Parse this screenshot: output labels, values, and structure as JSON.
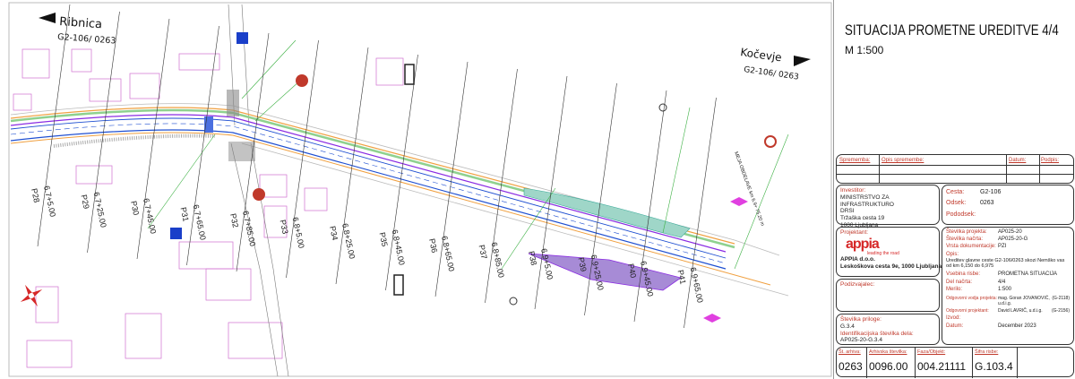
{
  "drawing": {
    "direction_left": {
      "name": "Ribnica",
      "road": "G2-106/ 0263"
    },
    "direction_right": {
      "name": "Kočevje",
      "road": "G2-106/ 0263"
    },
    "profiles": [
      {
        "name": "P28",
        "station": "6.7+5.00"
      },
      {
        "name": "P29",
        "station": "6.7+25.00"
      },
      {
        "name": "P30",
        "station": "6.7+45.00"
      },
      {
        "name": "P31",
        "station": "6.7+65.00"
      },
      {
        "name": "P32",
        "station": "6.7+85.00"
      },
      {
        "name": "P33",
        "station": "6.8+5.00"
      },
      {
        "name": "P34",
        "station": "6.8+25.00"
      },
      {
        "name": "P35",
        "station": "6.8+45.00"
      },
      {
        "name": "P36",
        "station": "6.8+65.00"
      },
      {
        "name": "P37",
        "station": "6.8+85.00"
      },
      {
        "name": "P38",
        "station": "6.9+5.00"
      },
      {
        "name": "P39",
        "station": "6.9+25.00"
      },
      {
        "name": "P40",
        "station": "6.9+45.00"
      },
      {
        "name": "P41",
        "station": "6.9+65.00"
      }
    ],
    "section_end_note": "MEJA OBDELAVE km 6.9+ 75.20 m",
    "colors": {
      "road_edge": "#1f4fd1",
      "marking": "#8a2be2",
      "cadastre": "#d070d0",
      "sign_red": "#c0392b",
      "sign_blue": "#1a3fc9",
      "green": "#3cb043"
    }
  },
  "title_block": {
    "title": "SITUACIJA PROMETNE UREDITVE 4/4",
    "scale": "M 1:500",
    "revisions": {
      "h1": "Sprememba:",
      "h2": "Opis spremembe:",
      "h3": "Datum:",
      "h4": "Podpis:"
    },
    "investor": {
      "label": "Investitor:",
      "l1": "MINISTRSTVO ZA INFRASTRUKTURO",
      "l2": "DRSI",
      "l3": "Tržaška cesta 19",
      "l4": "1000 Ljubljana"
    },
    "road": {
      "cesta_k": "Cesta:",
      "cesta_v": "G2-106",
      "odsek_k": "Odsek:",
      "odsek_v": "0263",
      "pododsek_k": "Pododsek:"
    },
    "designer": {
      "label": "Projektant:",
      "logo": "appia",
      "tagline": "leading the road",
      "name": "APPIA d.o.o.",
      "address": "Leskoškova cesta 9e, 1000 Ljubljana"
    },
    "subcontractor": {
      "label": "Podizvajalec:"
    },
    "attachment": {
      "label": "Številka priloge:",
      "value": "G.3.4",
      "id_label": "Identifikacijska številka dela:",
      "id_value": "AP025-20-G.3.4"
    },
    "project": {
      "st_projekta_k": "Številka projekta:",
      "st_projekta_v": "AP025-20",
      "st_nacrta_k": "Številka načrta:",
      "st_nacrta_v": "AP025-20-G",
      "vrsta_k": "Vrsta dokumentacije:",
      "vrsta_v": "PZI",
      "opis_k": "Opis:",
      "opis_v": "Ureditev glavne ceste G2-106/0263 skozi Nemško vas od km 6,150 do 6,975",
      "vsebina_k": "Vsebina risbe:",
      "vsebina_v": "PROMETNA SITUACIJA",
      "list_k": "Del načrta:",
      "list_v": "4/4",
      "merilo_k": "Merilo:",
      "merilo_v": "1:500",
      "vodja_k": "Odgovorni vodja projekta:",
      "vodja_v": "mag. Goran JOVANOVIĆ, u.d.i.g.",
      "vodja_id": "(G-2118)",
      "proj_k": "Odgovorni projektant:",
      "proj_v": "David LAVRIČ, u.d.i.g.",
      "proj_id": "(G-2156)",
      "izvod_k": "Izvod:",
      "datum_k": "Datum:",
      "datum_v": "December 2023"
    },
    "archive": {
      "c1_label": "Št. arhiva:",
      "c1_value": "0263",
      "c2_label": "Arhivska številka:",
      "c2_value": "0096.00",
      "c3_label": "Faza/Objekt:",
      "c3_value": "004.21111",
      "c4_label": "Šifra risbe:",
      "c4_value": "G.103.4"
    }
  }
}
